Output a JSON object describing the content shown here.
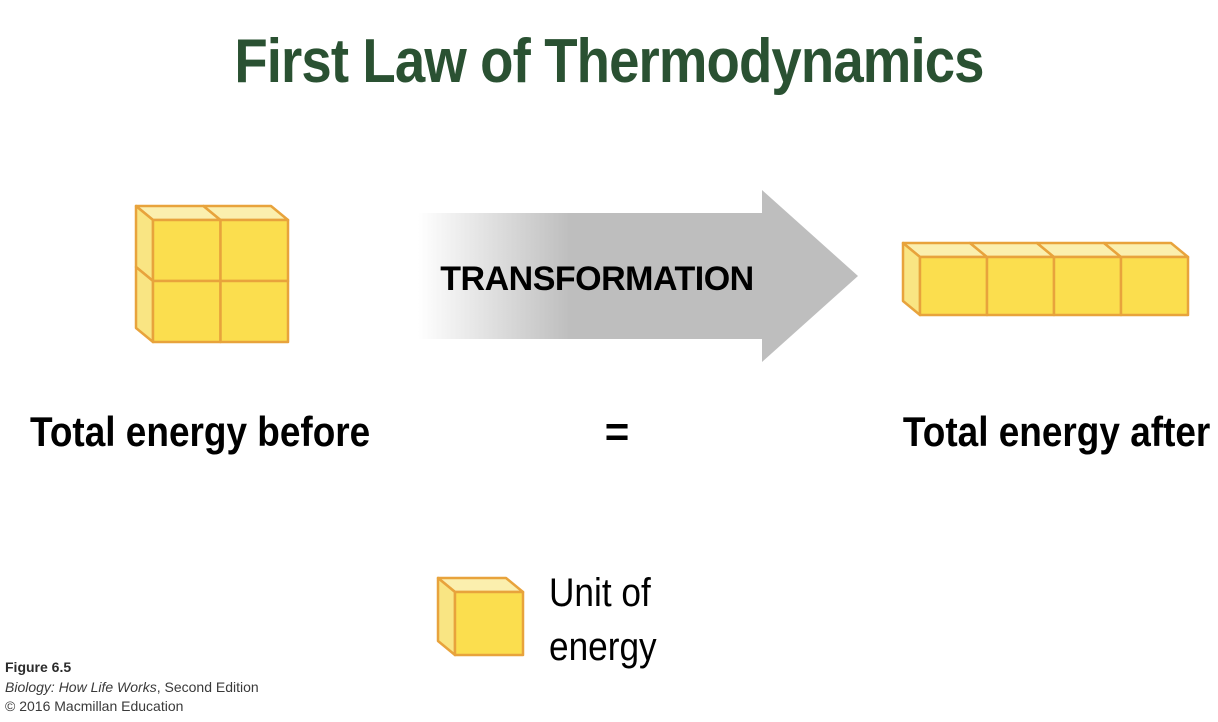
{
  "slide": {
    "title": "First Law of Thermodynamics",
    "title_color": "#2A5132",
    "background_color": "#FFFFFF"
  },
  "diagram": {
    "arrow_label": "TRANSFORMATION",
    "arrow_color": "#BEBEBE",
    "arrow_fade_color": "#FFFFFF",
    "before_label": "Total energy before",
    "equals_sign": "=",
    "after_label": "Total energy after",
    "before_block": {
      "rows": 2,
      "cols": 2,
      "units": 4
    },
    "after_block": {
      "rows": 1,
      "cols": 4,
      "units": 4
    },
    "cube_colors": {
      "front": "#FBDE4E",
      "top": "#FBEFAE",
      "side": "#F9E583",
      "outline": "#E8A33C"
    },
    "text_color": "#000000"
  },
  "legend": {
    "cube": {
      "rows": 1,
      "cols": 1,
      "units": 1
    },
    "label": "Unit of energy"
  },
  "caption": {
    "figure_label": "Figure 6.5",
    "source_title": "Biology: How Life Works",
    "source_suffix": ", Second Edition",
    "copyright": "© 2016 Macmillan Education"
  }
}
